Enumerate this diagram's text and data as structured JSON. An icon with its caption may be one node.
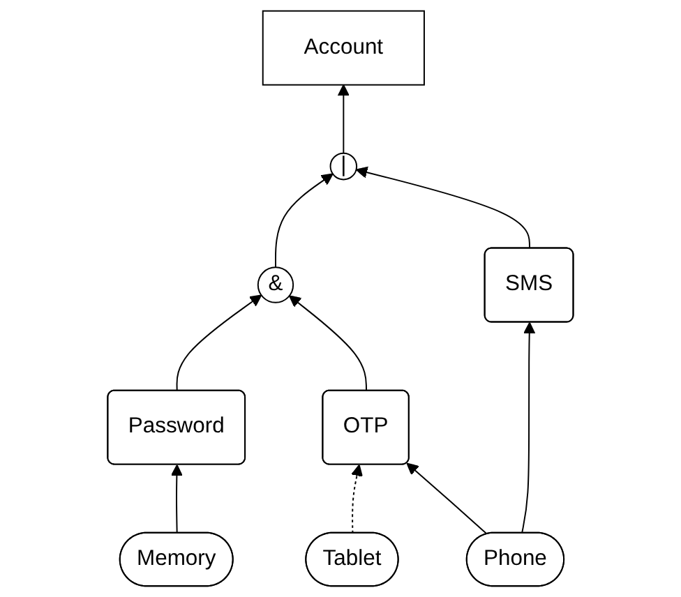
{
  "diagram": {
    "nodes": [
      {
        "text": [
          "Account"
        ]
      },
      {
        "text": [
          "|"
        ]
      },
      {
        "text": [
          "&"
        ]
      },
      {
        "text": [
          "SMS"
        ]
      },
      {
        "text": [
          "Password"
        ]
      },
      {
        "text": [
          "OTP"
        ]
      },
      {
        "text": [
          "Memory"
        ]
      },
      {
        "text": [
          "Tablet"
        ]
      },
      {
        "text": [
          "Phone"
        ]
      }
    ],
    "edges": [
      {
        "from": 1,
        "to": 0,
        "arrow": "to"
      },
      {
        "from": 2,
        "to": 1,
        "arrow": "to"
      },
      {
        "from": 3,
        "to": 1,
        "arrow": "to"
      },
      {
        "from": 4,
        "to": 2,
        "arrow": "to"
      },
      {
        "from": 5,
        "to": 2,
        "arrow": "to"
      },
      {
        "from": 6,
        "to": 4,
        "arrow": "to"
      },
      {
        "from": 7,
        "to": 5,
        "arrow": "to",
        "style": "dashed"
      },
      {
        "from": 8,
        "to": 5,
        "arrow": "to"
      },
      {
        "from": 8,
        "to": 3,
        "arrow": "to"
      }
    ]
  }
}
